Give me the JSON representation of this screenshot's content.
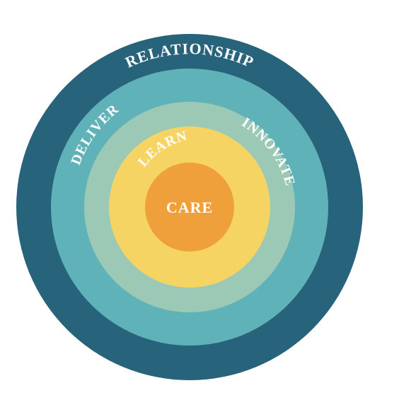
{
  "diagram": {
    "rings": [
      {
        "key": "relationship",
        "label": "RELATIONSHIP",
        "color": "#27637B"
      },
      {
        "key": "deliver",
        "label": "DELIVER",
        "color": "#5FB2B8"
      },
      {
        "key": "innovate",
        "label": "INNOVATE",
        "color": "#9CC9B6"
      },
      {
        "key": "learn",
        "label": "LEARN",
        "color": "#F6D464"
      },
      {
        "key": "care",
        "label": "CARE",
        "color": "#EFA03A"
      }
    ]
  }
}
